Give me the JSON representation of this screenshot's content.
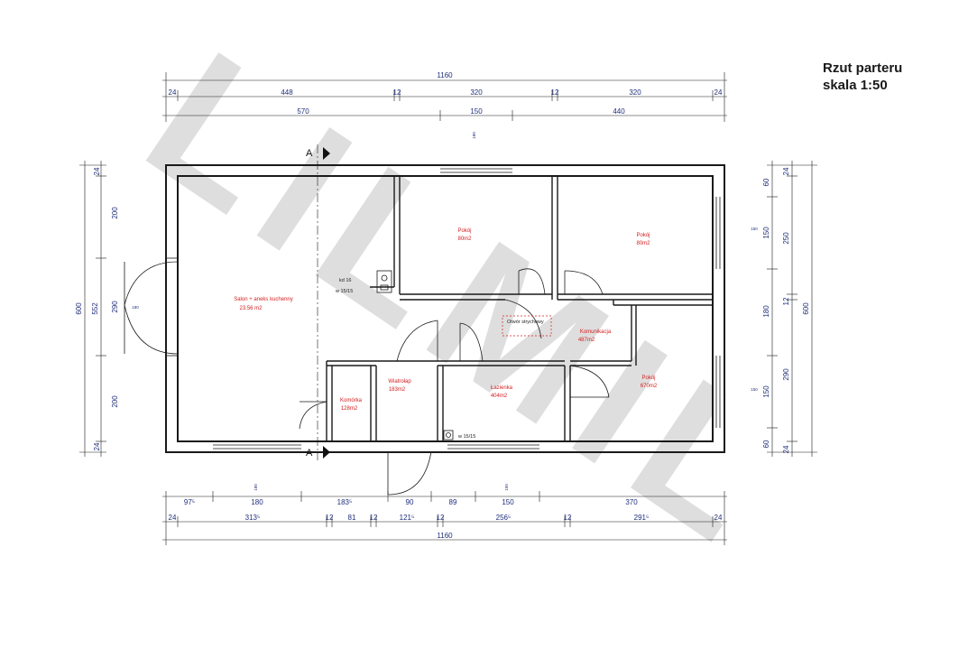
{
  "title": {
    "line1": "Rzut parteru",
    "line2": "skala 1:50"
  },
  "watermark": "LILMIL",
  "dims_top_total": "1160",
  "dims_top_row1": [
    "24",
    "448",
    "12",
    "320",
    "12",
    "320",
    "24"
  ],
  "dims_top_row2": [
    "570",
    "150",
    "440"
  ],
  "dims_bottom_row1": [
    "97⁵",
    "180",
    "183⁵",
    "90",
    "89",
    "150",
    "370"
  ],
  "dims_bottom_row2": [
    "24",
    "313⁵",
    "12",
    "81",
    "12",
    "121⁵",
    "12",
    "256⁵",
    "12",
    "291⁵",
    "24"
  ],
  "dims_bottom_total": "1160",
  "dims_left_outer": "600",
  "dims_left_mid": "552",
  "dims_left_parts": [
    "24",
    "200",
    "290",
    "200",
    "24"
  ],
  "dims_right_parts": [
    "24",
    "60",
    "250",
    "12",
    "180",
    "290",
    "60",
    "24"
  ],
  "dims_right_windows": [
    "150",
    "150"
  ],
  "dims_right_outer": "600",
  "window_small": [
    "180",
    "180",
    "150",
    "150",
    "150",
    "180"
  ],
  "rooms": [
    {
      "name": "Salon + aneks kuchenny",
      "area": "23.56 m2"
    },
    {
      "name": "Pokój",
      "area": "80m2"
    },
    {
      "name": "Pokój",
      "area": "80m2"
    },
    {
      "name": "Komunikacja",
      "area": "487m2"
    },
    {
      "name": "Pokój",
      "area": "670m2"
    },
    {
      "name": "Komórka",
      "area": "128m2"
    },
    {
      "name": "Wiatrołap",
      "area": "183m2"
    },
    {
      "name": "Łazienka",
      "area": "404m2"
    }
  ],
  "notes": {
    "kd": "kd 16",
    "w1": "w 15/15",
    "w2": "w 15/15",
    "hatch": "Otwór strychowy"
  },
  "section_marker": "A",
  "colors": {
    "walls": "#1a1a1a",
    "dims": "#1f2e7a",
    "rooms": "#d42020",
    "watermark": "#d9d9d9"
  }
}
